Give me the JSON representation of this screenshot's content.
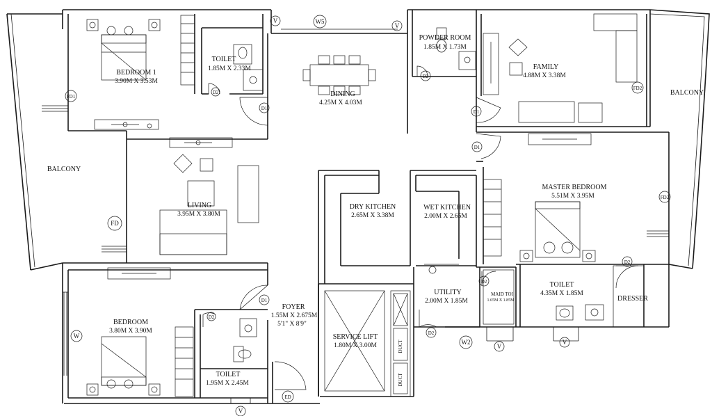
{
  "rooms": {
    "bedroom1": {
      "name": "BEDROOM 1",
      "dim": "3.90M X 3.53M"
    },
    "toilet1": {
      "name": "TOILET",
      "dim": "1.85M X 2.33M"
    },
    "dining": {
      "name": "DINING",
      "dim": "4.25M X 4.03M"
    },
    "powder": {
      "name": "POWDER ROOM",
      "dim": "1.85M X 1.73M"
    },
    "family": {
      "name": "FAMILY",
      "dim": "4.88M X 3.38M"
    },
    "balcony_right": {
      "name": "BALCONY"
    },
    "balcony_left": {
      "name": "BALCONY"
    },
    "living": {
      "name": "LIVING",
      "dim": "3.95M X 3.80M"
    },
    "dry_kitchen": {
      "name": "DRY KITCHEN",
      "dim": "2.65M X 3.38M"
    },
    "wet_kitchen": {
      "name": "WET KITCHEN",
      "dim": "2.00M X 2.65M"
    },
    "master_bedroom": {
      "name": "MASTER BEDROOM",
      "dim": "5.51M X 3.95M"
    },
    "bedroom": {
      "name": "BEDROOM",
      "dim": "3.80M X 3.90M"
    },
    "toilet2": {
      "name": "TOILET",
      "dim": "1.95M X 2.45M"
    },
    "foyer": {
      "name": "FOYER",
      "dim": "1.55M X 2.675M",
      "dim_imperial": "5'1\" X 8'9\""
    },
    "service_lift": {
      "name": "SERVICE LIFT",
      "dim": "1.80M X 3.00M"
    },
    "utility": {
      "name": "UTILITY",
      "dim": "2.00M X 1.85M"
    },
    "maid_toilet": {
      "name": "MAID TOI",
      "dim": "1.65M X 1.85M"
    },
    "master_toilet": {
      "name": "TOILET",
      "dim": "4.35M X 1.85M"
    },
    "dresser": {
      "name": "DRESSER"
    }
  },
  "tags": {
    "v": "V",
    "w5": "W5",
    "w2": "W2",
    "w": "W",
    "d1": "D1",
    "d2": "D2",
    "fd": "FD",
    "fd1": "FD1",
    "fd2": "FD2",
    "ed": "ED",
    "du": "DUCT"
  }
}
